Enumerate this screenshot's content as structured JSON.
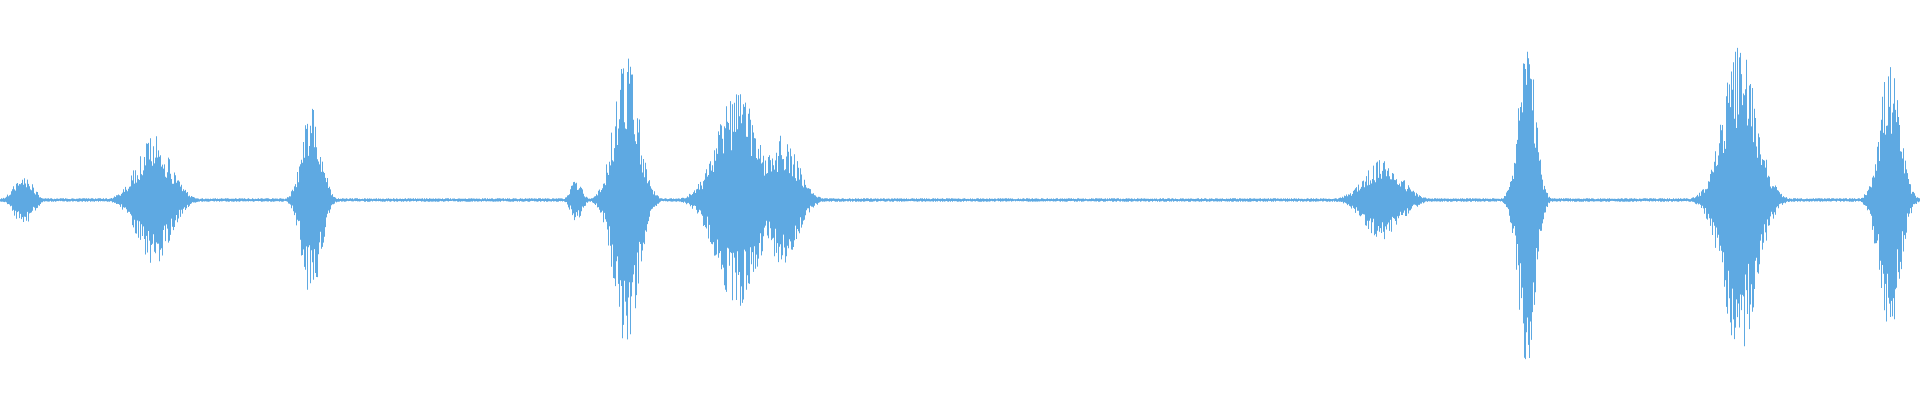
{
  "waveform": {
    "color": "#5ea9e2",
    "background": "#ffffff",
    "bursts": [
      {
        "center": 0.012,
        "width": 0.01,
        "peak": 0.14
      },
      {
        "center": 0.08,
        "width": 0.018,
        "peak": 0.35
      },
      {
        "center": 0.162,
        "width": 0.01,
        "peak": 0.55
      },
      {
        "center": 0.326,
        "width": 0.013,
        "peak": 0.8
      },
      {
        "center": 0.384,
        "width": 0.022,
        "peak": 0.6
      },
      {
        "center": 0.407,
        "width": 0.017,
        "peak": 0.35
      },
      {
        "center": 0.3,
        "width": 0.006,
        "peak": 0.12
      },
      {
        "center": 0.72,
        "width": 0.02,
        "peak": 0.22
      },
      {
        "center": 0.795,
        "width": 0.009,
        "peak": 0.9
      },
      {
        "center": 0.906,
        "width": 0.018,
        "peak": 0.85
      },
      {
        "center": 0.984,
        "width": 0.011,
        "peak": 0.75
      }
    ],
    "noise_floor": 0.01
  }
}
